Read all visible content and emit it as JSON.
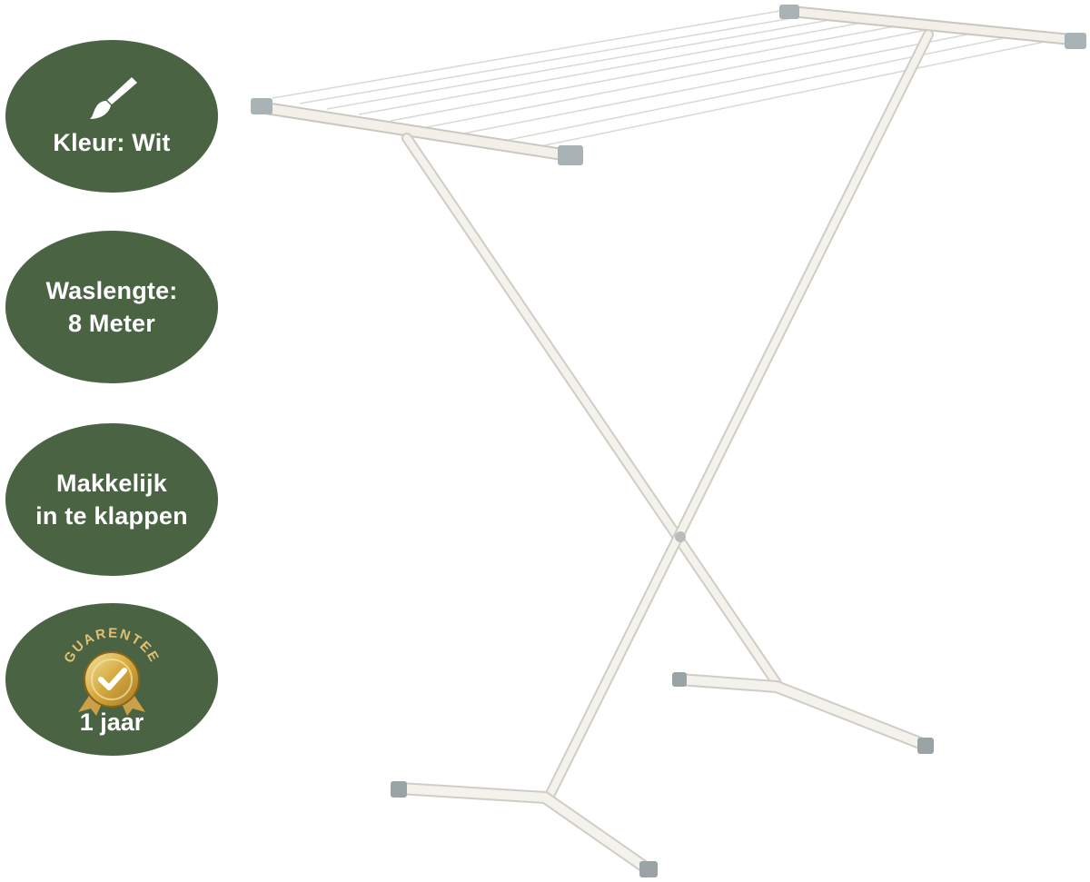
{
  "colors": {
    "badge_background": "#4a6343",
    "badge_text": "#ffffff",
    "medal_gold": "#d8b45a",
    "rack_white": "#f2f0e9",
    "rack_shadow": "#c9c7bf",
    "foot_cap": "#9aa3a6"
  },
  "badges": {
    "color": {
      "icon": "paintbrush-icon",
      "text": "Kleur: Wit"
    },
    "length": {
      "text": "Waslengte:\n8 Meter"
    },
    "fold": {
      "text": "Makkelijk\nin te klappen"
    },
    "guarantee": {
      "icon": "gold-medal-checkmark-icon",
      "arc_text": "GUARENTEE",
      "text": "1 jaar"
    }
  },
  "product": {
    "icon": "drying-rack-illustration"
  }
}
